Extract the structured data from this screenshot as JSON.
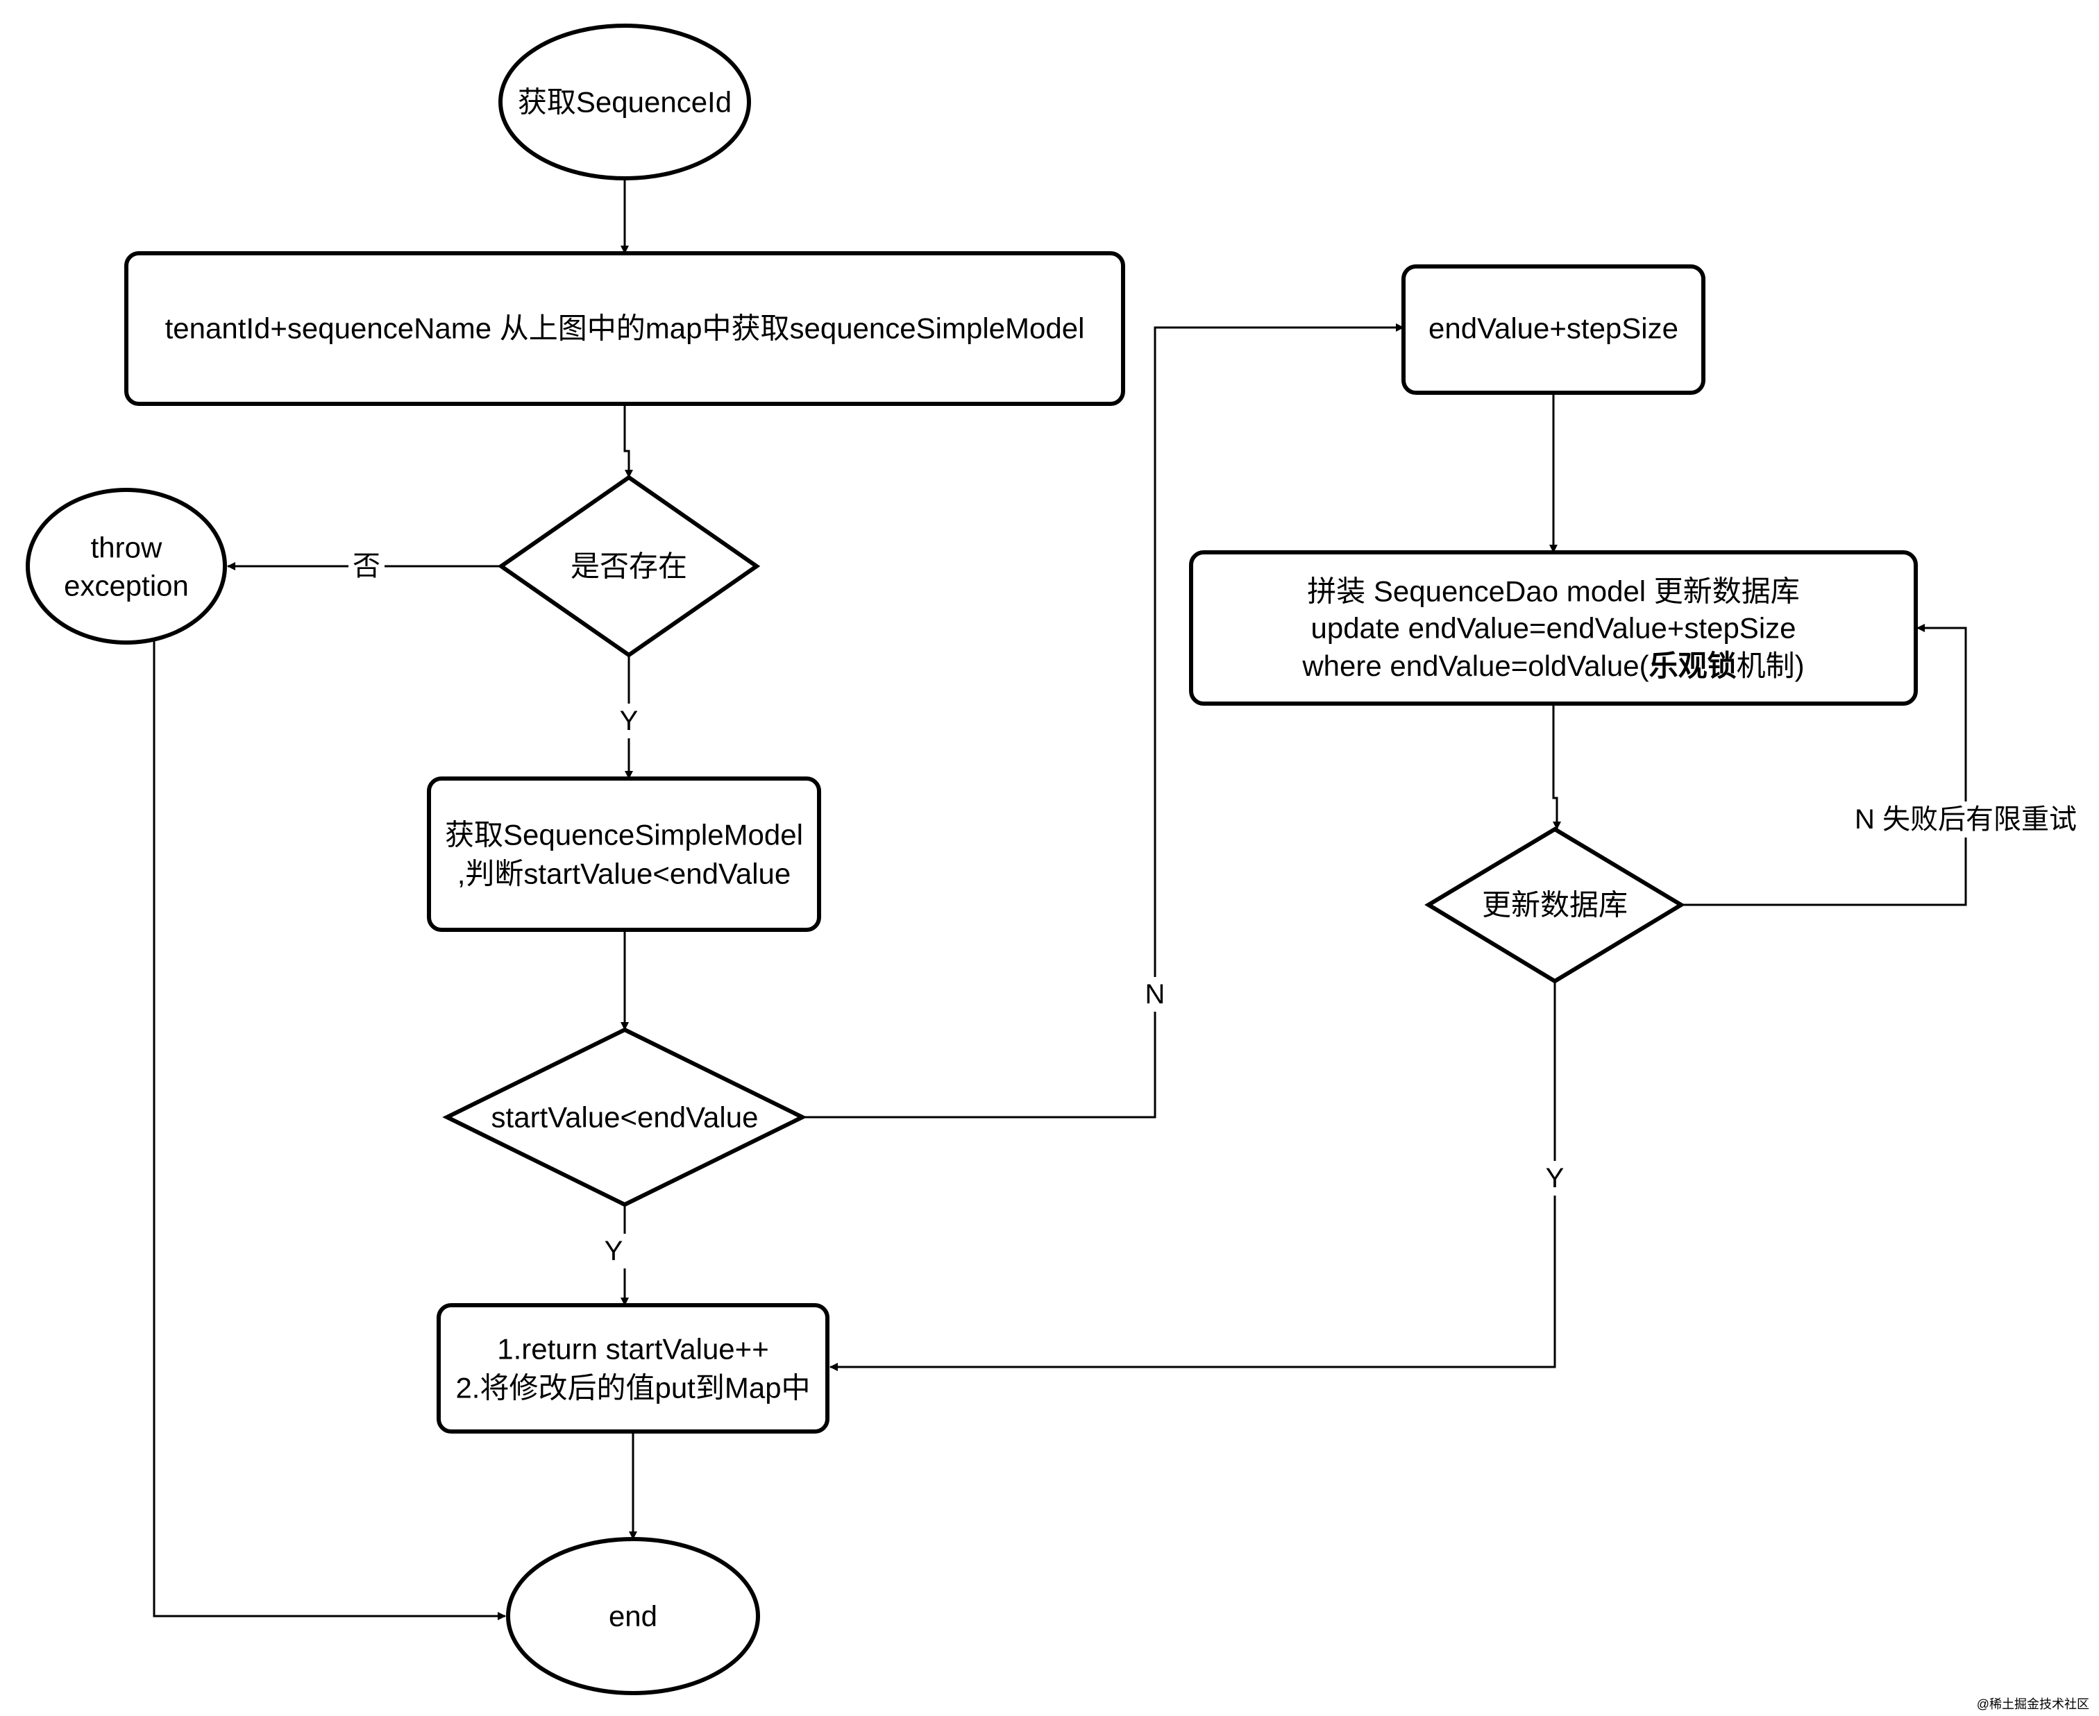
{
  "nodes": {
    "start": {
      "label": "获取SequenceId"
    },
    "lookup": {
      "label": "tenantId+sequenceName 从上图中的map中获取sequenceSimpleModel"
    },
    "exists": {
      "label": "是否存在"
    },
    "throw": {
      "line1": "throw",
      "line2": "exception"
    },
    "get_model": {
      "line1": "获取SequenceSimpleModel",
      "line2": ",判断startValue<endValue"
    },
    "compare": {
      "label": "startValue<endValue"
    },
    "return_box": {
      "line1": "1.return startValue++",
      "line2": "2.将修改后的值put到Map中"
    },
    "end": {
      "label": "end"
    },
    "step": {
      "label": "endValue+stepSize"
    },
    "assemble": {
      "line1": "拼装 SequenceDao model 更新数据库",
      "line2": "update endValue=endValue+stepSize",
      "line3_prefix": "where endValue=oldValue(",
      "line3_bold": "乐观锁",
      "line3_suffix": "机制)"
    },
    "update_db": {
      "label": "更新数据库"
    }
  },
  "edge_labels": {
    "not_exists": "否",
    "exists_yes": "Y",
    "compare_yes": "Y",
    "compare_no": "N",
    "update_yes": "Y",
    "update_retry": "N 失败后有限重试"
  },
  "watermark": "@稀土掘金技术社区"
}
